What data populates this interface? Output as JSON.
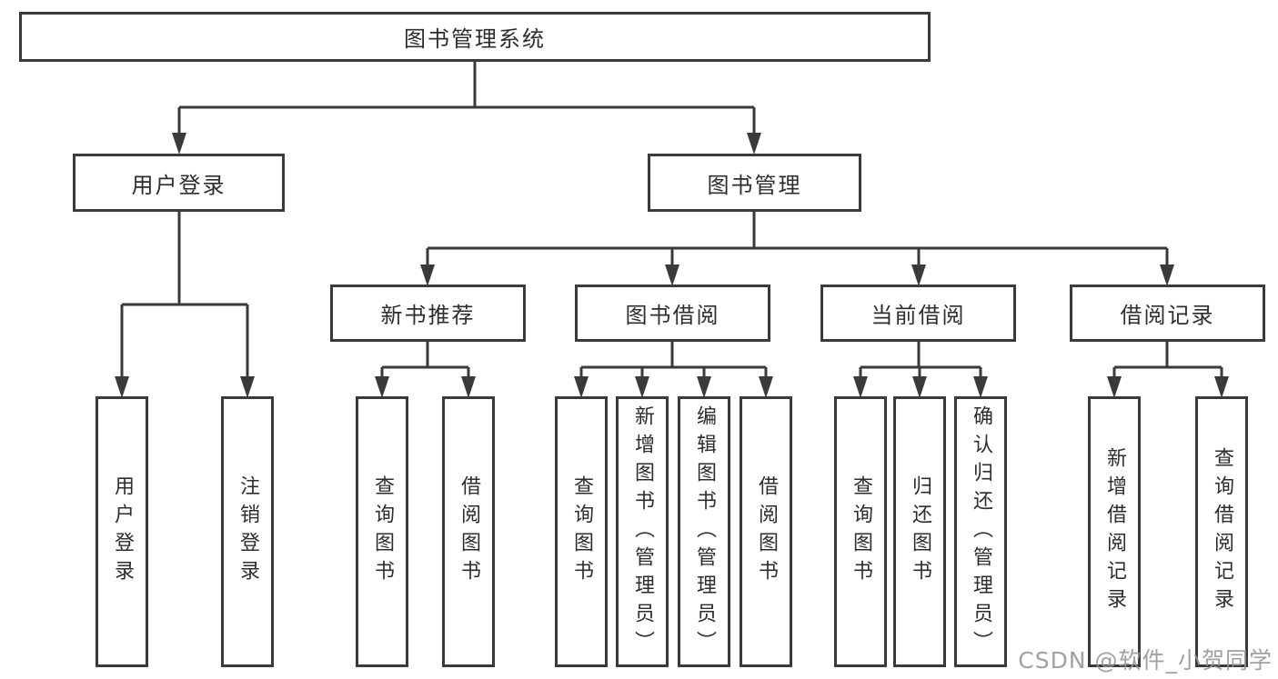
{
  "watermark": "CSDN @软件_小贺同学",
  "colors": {
    "line": "#3a3a3a",
    "text": "#2d2d2d",
    "watermark": "#949494",
    "background": "#ffffff"
  },
  "tree": {
    "label": "图书管理系统",
    "children": [
      {
        "label": "用户登录",
        "children": [
          {
            "label": "用户登录"
          },
          {
            "label": "注销登录"
          }
        ]
      },
      {
        "label": "图书管理",
        "children": [
          {
            "label": "新书推荐",
            "children": [
              {
                "label": "查询图书"
              },
              {
                "label": "借阅图书"
              }
            ]
          },
          {
            "label": "图书借阅",
            "children": [
              {
                "label": "查询图书"
              },
              {
                "label": "新增图书（管理员）"
              },
              {
                "label": "编辑图书（管理员）"
              },
              {
                "label": "借阅图书"
              }
            ]
          },
          {
            "label": "当前借阅",
            "children": [
              {
                "label": "查询图书"
              },
              {
                "label": "归还图书"
              },
              {
                "label": "确认归还（管理员）"
              }
            ]
          },
          {
            "label": "借阅记录",
            "children": [
              {
                "label": "新增借阅记录"
              },
              {
                "label": "查询借阅记录"
              }
            ]
          }
        ]
      }
    ]
  }
}
